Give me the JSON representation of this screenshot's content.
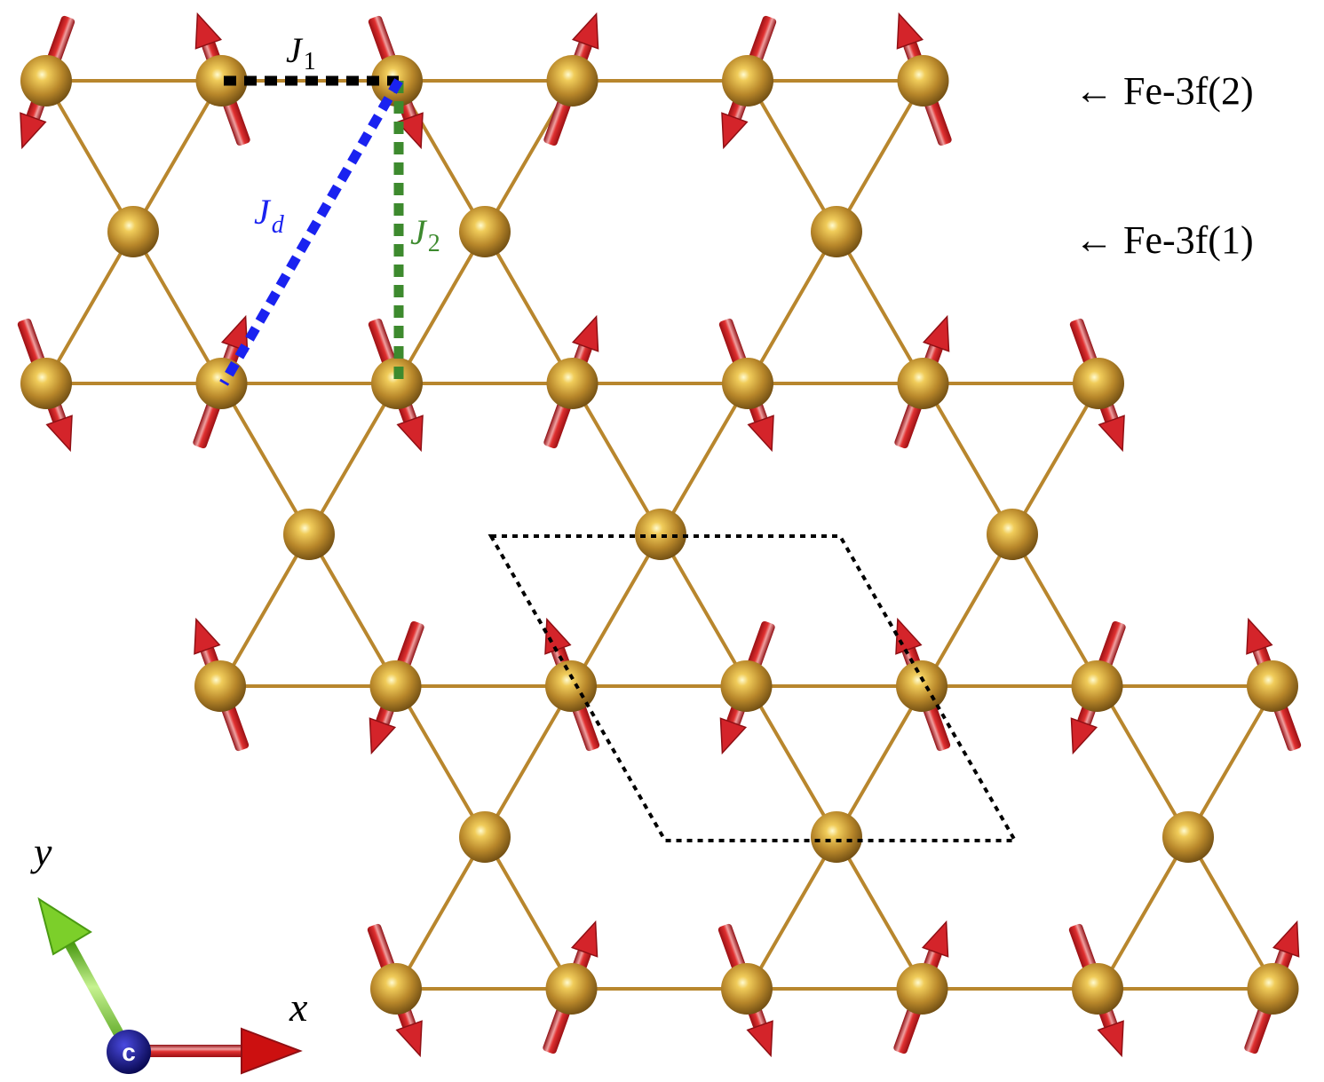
{
  "labels": {
    "j1": {
      "main": "J",
      "sub": "1"
    },
    "j2": {
      "main": "J",
      "sub": "2"
    },
    "jd": {
      "main": "J",
      "sub": "d"
    },
    "fe2": "← Fe-3f(2)",
    "fe1": "← Fe-3f(1)",
    "axis_x": "x",
    "axis_y": "y",
    "axis_c": "c"
  },
  "colors": {
    "atom": "#b8872a",
    "bond": "#b8862d",
    "spin_arrow": "#d4242a",
    "j1_line": "#000000",
    "j2_line": "#3d8a2e",
    "jd_line": "#1a22f0",
    "j2_text": "#3d8a2e",
    "jd_text": "#1a22f0",
    "axis_x": "#cc1010",
    "axis_y": "#7ccf2a",
    "axis_c": "#0b0b8a",
    "unit_cell": "#000000"
  },
  "spin_directions": {
    "row_0": [
      "down-left",
      "up-left",
      "down-right",
      "up-right",
      "down-left",
      "up-left"
    ],
    "row_1": [
      "down-right",
      "up-right",
      "down-right",
      "up-right",
      "down-right",
      "up-right",
      "down-right"
    ],
    "row_2": [
      "up-left",
      "down-left",
      "up-left",
      "down-left",
      "up-left",
      "down-left",
      "up-left"
    ],
    "row_3": [
      "down-right",
      "up-right",
      "down-right",
      "up-right",
      "down-right",
      "up-right"
    ]
  }
}
